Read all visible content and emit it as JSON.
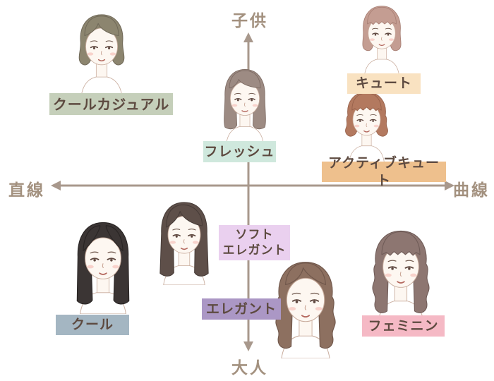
{
  "background": "#ffffff",
  "axes": {
    "top_label": "子供",
    "bottom_label": "大人",
    "left_label": "直線",
    "right_label": "曲線",
    "arrow_color": "#a8988c",
    "text_color": "#a3917f"
  },
  "label_text_color": "#5d4a40",
  "face": {
    "skin": "#fdf7f1",
    "outline": "#c9ad9e",
    "blush": "#f5c2bb",
    "lip": "#b4685e",
    "eye": "#5d463e",
    "brow": "#6f584d"
  },
  "types": [
    {
      "id": "cool-casual",
      "label": "クールカジュアル",
      "label_bg": "#c5cfba",
      "hair_color": "#8c856f",
      "hair_stroke": "#6e6757",
      "style": "short_bob"
    },
    {
      "id": "fresh",
      "label": "フレッシュ",
      "label_bg": "#cfe8dd",
      "hair_color": "#9d8b83",
      "hair_stroke": "#7d6b63",
      "style": "medium"
    },
    {
      "id": "cute",
      "label": "キュート",
      "label_bg": "#f9e2c1",
      "hair_color": "#c49d92",
      "hair_stroke": "#a67d72",
      "style": "bob_bangs"
    },
    {
      "id": "active-cute",
      "label": "アクティブキュート",
      "label_bg": "#eec08d",
      "hair_color": "#b3795f",
      "hair_stroke": "#95604a",
      "style": "wavy_bob"
    },
    {
      "id": "soft-elegant",
      "label": "ソフト\nエレガント",
      "label_bg": "#ead0ef",
      "hair_color": "#5e4f49",
      "hair_stroke": "#463b37",
      "style": "long_side"
    },
    {
      "id": "elegant",
      "label": "エレガント",
      "label_bg": "#ab97c5",
      "hair_color": "#8d7060",
      "hair_stroke": "#70574b",
      "style": "long_wavy"
    },
    {
      "id": "cool",
      "label": "クール",
      "label_bg": "#a4b6c2",
      "hair_color": "#3b3534",
      "hair_stroke": "#282423",
      "style": "long_straight"
    },
    {
      "id": "feminine",
      "label": "フェミニン",
      "label_bg": "#f5b9c5",
      "hair_color": "#8d7671",
      "hair_stroke": "#705c58",
      "style": "long_wavy_bangs"
    }
  ]
}
